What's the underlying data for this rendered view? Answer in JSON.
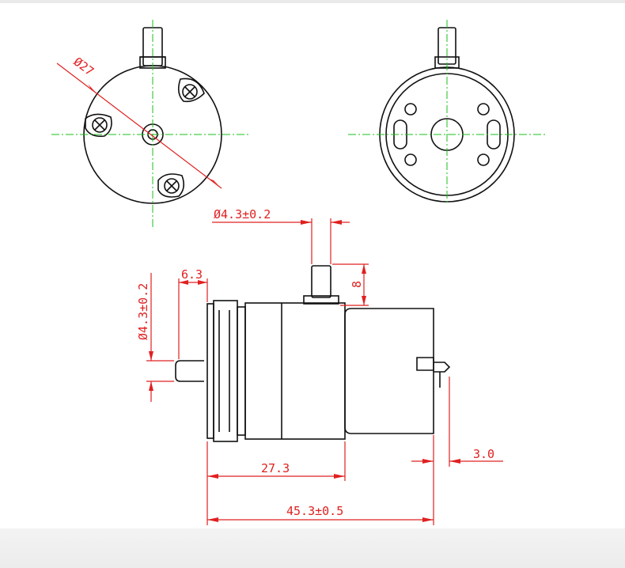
{
  "colors": {
    "outline": "#111111",
    "dimension": "#e02020",
    "centerline": "#19c219",
    "background": "#ffffff"
  },
  "labels": {
    "front_diameter": "Ø27",
    "shaft_top_diameter": "Ø4.3±0.2",
    "shaft_top_length": "8",
    "shaft_left_diameter": "Ø4.3±0.2",
    "shaft_left_length": "6.3",
    "gearbox_length": "27.3",
    "tab_offset": "3.0",
    "overall_length": "45.3±0.5"
  }
}
